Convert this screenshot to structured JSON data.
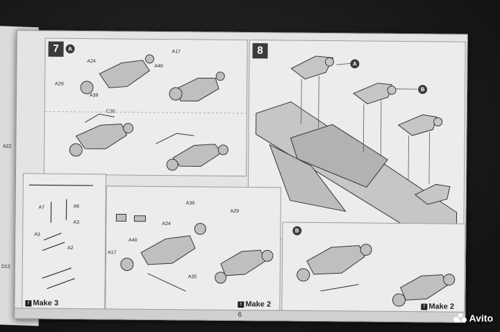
{
  "step7": {
    "number": "7",
    "sub_a": "A"
  },
  "step8": {
    "number": "8",
    "sub_a": "A",
    "sub_b1": "B",
    "sub_b2": "B"
  },
  "parts7": [
    "A17",
    "A24",
    "A40",
    "A29",
    "A39",
    "C30"
  ],
  "parts_lower": [
    "A39",
    "A29",
    "A24",
    "A40",
    "A17",
    "A35"
  ],
  "parts_small": [
    "A7",
    "A6",
    "A3",
    "A3",
    "A2"
  ],
  "left_parts": [
    "A22",
    "D12"
  ],
  "make3": "Make 3",
  "make2a": "Make 2",
  "make2b": "Make 2",
  "page_number": "6",
  "watermark": "Avito"
}
